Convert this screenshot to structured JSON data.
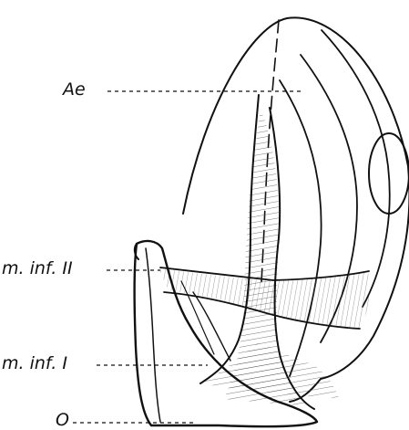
{
  "labels": {
    "ae": "Ae",
    "m_inf_2": "m. inf. II",
    "m_inf_1": "m. inf. I",
    "o": "O"
  },
  "colors": {
    "ink": "#111111",
    "paper": "#ffffff",
    "muscle_shading": "#cfcfcf"
  }
}
